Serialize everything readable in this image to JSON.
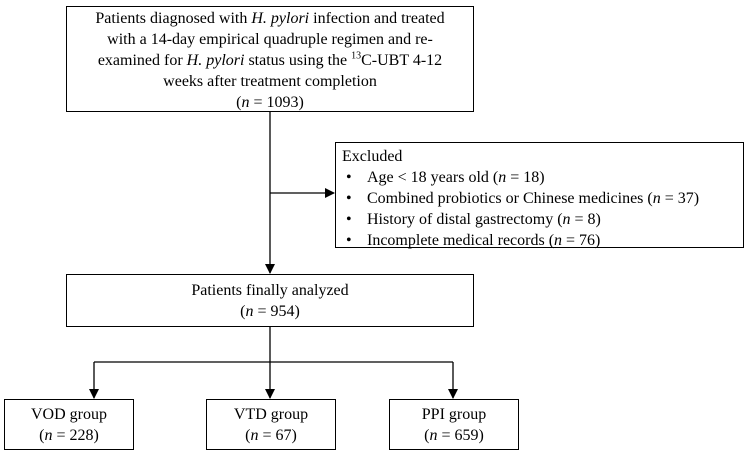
{
  "top_box": {
    "line1": "Patients diagnosed with",
    "line1_italic": "H. pylori",
    "line1_rest": "infection and treated",
    "line2": "with a 14-day empirical quadruple regimen and re-",
    "line3_pre": "examined for",
    "line3_italic": "H. pylori",
    "line3_post": "status using the",
    "line3_sup": "13",
    "line3_end": "C-UBT 4-12",
    "line4": "weeks after treatment completion",
    "n_prefix": "(",
    "n_italic": "n",
    "n_value": " = 1093)"
  },
  "excluded_box": {
    "title": "Excluded",
    "items": [
      {
        "text": "Age < 18 years old (",
        "n": "n",
        "value": " = 18)"
      },
      {
        "text": "Combined probiotics or Chinese  medicines (",
        "n": "n",
        "value": " = 37)"
      },
      {
        "text": "History of distal gastrectomy (",
        "n": "n",
        "value": " = 8)"
      },
      {
        "text": "Incomplete medical records (",
        "n": "n",
        "value": " = 76)"
      }
    ]
  },
  "analyzed_box": {
    "title": "Patients finally analyzed",
    "n_prefix": "(",
    "n_italic": "n",
    "n_value": " = 954)"
  },
  "groups": [
    {
      "title": "VOD group",
      "n_prefix": "(",
      "n_italic": "n",
      "n_value": " = 228)"
    },
    {
      "title": "VTD group",
      "n_prefix": "(",
      "n_italic": "n",
      "n_value": " = 67)"
    },
    {
      "title": "PPI group",
      "n_prefix": "(",
      "n_italic": "n",
      "n_value": " = 659)"
    }
  ]
}
